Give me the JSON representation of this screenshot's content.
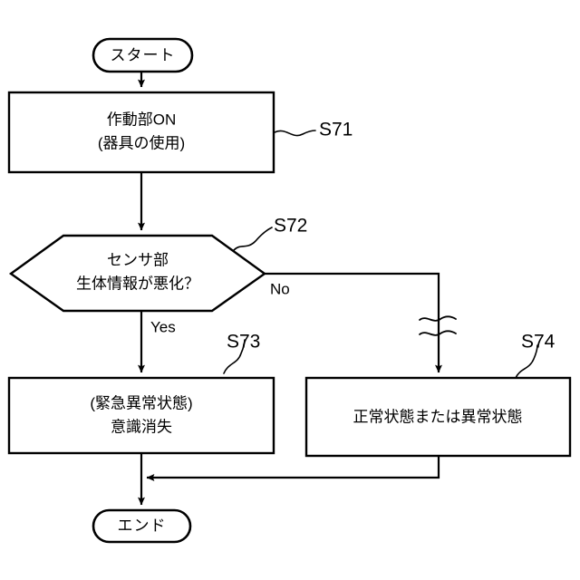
{
  "diagram": {
    "type": "flowchart",
    "orientation": "top-to-bottom",
    "background_color": "#ffffff",
    "line_color": "#000000",
    "nodes": {
      "start": {
        "shape": "terminal",
        "label": "スタート"
      },
      "step_s71": {
        "shape": "process",
        "line1": "作動部ON",
        "line2": "(器具の使用)",
        "step_id": "S71"
      },
      "decision_s72": {
        "shape": "hexagon",
        "line1": "センサ部",
        "line2": "生体情報が悪化？",
        "step_id": "S72"
      },
      "step_s73": {
        "shape": "process",
        "line1": "(緊急異常状態)",
        "line2": "意識消失",
        "step_id": "S73"
      },
      "step_s74": {
        "shape": "process",
        "line1": "正常状態または異常状態",
        "step_id": "S74"
      },
      "end": {
        "shape": "terminal",
        "label": "エンド"
      }
    },
    "branches": {
      "yes_label": "Yes",
      "no_label": "No"
    },
    "symbols": {
      "break_marker": "double-wave-break"
    }
  }
}
